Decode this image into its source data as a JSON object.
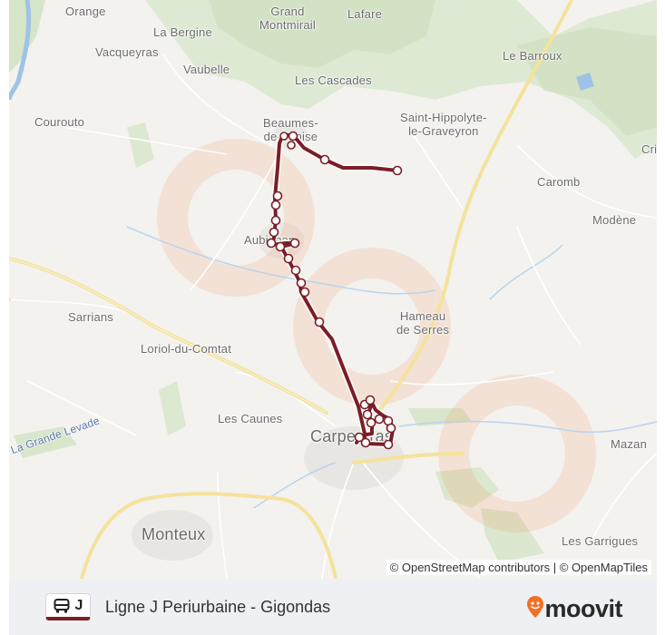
{
  "map": {
    "places": [
      {
        "name": "Orange"
      },
      {
        "name": "Grand\nMontmirail"
      },
      {
        "name": "Lafare"
      },
      {
        "name": "La Bergine"
      },
      {
        "name": "Vacqueyras"
      },
      {
        "name": "Le Barroux"
      },
      {
        "name": "Vaubelle"
      },
      {
        "name": "Les Cascades"
      },
      {
        "name": "Courouto"
      },
      {
        "name": "Beaumes-\nde-Venise"
      },
      {
        "name": "Saint-Hippolyte-\nle-Graveyron"
      },
      {
        "name": "Cri"
      },
      {
        "name": "Caromb"
      },
      {
        "name": "Modène"
      },
      {
        "name": "Aubignan"
      },
      {
        "name": "Sarrians"
      },
      {
        "name": "Hameau\nde Serres"
      },
      {
        "name": "Loriol-du-Comtat"
      },
      {
        "name": "Les Caunes"
      },
      {
        "name": "Carpentras"
      },
      {
        "name": "Mazan"
      },
      {
        "name": "Monteux"
      },
      {
        "name": "Les Garrigues"
      },
      {
        "name": "La Grande Levade"
      }
    ],
    "route_color": "#7a1e27",
    "attribution": "© OpenStreetMap contributors | © OpenMapTiles"
  },
  "footer": {
    "route_code": "J",
    "route_title": "Ligne J Periurbaine - Gigondas",
    "brand": "moovit",
    "bus_icon": "bus-icon",
    "brand_icon": "moovit-pin-icon",
    "brand_color": "#f36f22"
  }
}
